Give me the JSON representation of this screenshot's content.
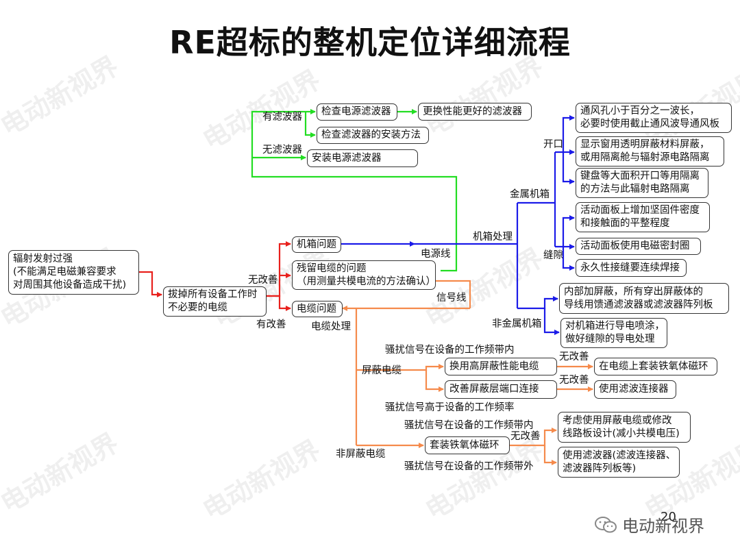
{
  "title": "RE超标的整机定位详细流程",
  "watermark": "电动新视界",
  "page_number": "20",
  "brand": "电动新视界",
  "colors": {
    "red": "#e8201c",
    "green": "#22dd22",
    "blue": "#1a1ae8",
    "orange": "#f58a4b"
  },
  "nodes": {
    "start": [
      "辐射发射过强",
      "(不能满足电磁兼容要求",
      "对周围其他设备造成干扰)"
    ],
    "unplug": [
      "拔掉所有设备工作时",
      "不必要的电缆"
    ],
    "chassis_issue": [
      "机箱问题"
    ],
    "residual_cable": [
      "残留电缆的问题",
      "（用测量共模电流的方法确认）"
    ],
    "cable_issue": [
      "电缆问题"
    ],
    "check_filter": [
      "检查电源滤波器"
    ],
    "better_filter": [
      "更换性能更好的滤波器"
    ],
    "check_install": [
      "检查滤波器的安装方法"
    ],
    "install_filter": [
      "安装电源滤波器"
    ],
    "vent": [
      "通风孔小于百分之一波长，",
      "必要时使用截止通风波导通风板"
    ],
    "window": [
      "显示窗用透明屏蔽材料屏蔽，",
      "或用隔离舱与辐射源电路隔离"
    ],
    "keyboard": [
      "键盘等大面积开口等用隔离",
      "的方法与此辐射电路隔离"
    ],
    "panel_fastener": [
      "活动面板上增加坚固件密度",
      "和接触面的平整程度"
    ],
    "panel_gasket": [
      "活动面板使用电磁密封圈"
    ],
    "weld": [
      "永久性接缝要连续焊接"
    ],
    "internal_shield": [
      "内部加屏蔽，所有穿出屏蔽体的",
      "导线用馈通滤波器或滤波器阵列板"
    ],
    "spray": [
      "对机箱进行导电喷涂，",
      "做好缝隙的导电处理"
    ],
    "high_shield_cable": [
      "换用高屏蔽性能电缆"
    ],
    "ferrite_on_cable": [
      "在电缆上套装铁氧体磁环"
    ],
    "improve_termination": [
      "改善屏蔽层端口连接"
    ],
    "filter_connector": [
      "使用滤波连接器"
    ],
    "ferrite": [
      "套装铁氧体磁环"
    ],
    "shielded_or_pcb": [
      "考虑使用屏蔽电缆或修改",
      "线路板设计(减小共模电压)"
    ],
    "use_filter": [
      "使用滤波器(滤波连接器、",
      "滤波器阵列板等)"
    ]
  },
  "labels": {
    "has_filter": "有滤波器",
    "no_filter": "无滤波器",
    "no_improve_1": "无改善",
    "has_improve": "有改善",
    "power_line": "电源线",
    "signal_line": "信号线",
    "chassis_proc": "机箱处理",
    "cable_proc": "电缆处理",
    "metal_chassis": "金属机箱",
    "opening": "开口",
    "gap": "缝隙",
    "nonmetal_chassis": "非金属机箱",
    "shielded_cable": "屏蔽电缆",
    "unshielded_cable": "非屏蔽电缆",
    "in_band_1": "骚扰信号在设备的工作频带内",
    "above_freq": "骚扰信号高于设备的工作频率",
    "no_improve_2": "无改善",
    "no_improve_3": "无改善",
    "in_band_2": "骚扰信号在设备的工作频带内",
    "no_improve_4": "无改善",
    "out_band": "骚扰信号在设备的工作频带外"
  }
}
